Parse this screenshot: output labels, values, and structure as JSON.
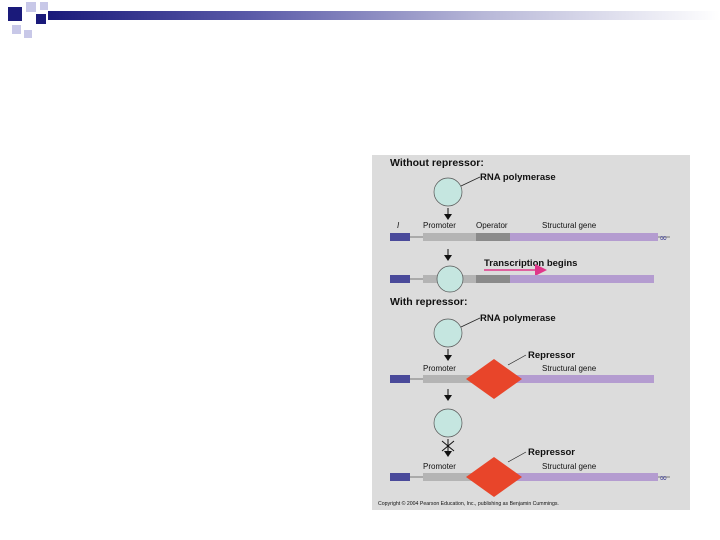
{
  "slide": {
    "decor_colors": {
      "dark_navy": "#1a1a7a",
      "light_blue": "#c8c8e8",
      "gradient_start": "#1a1a7a"
    }
  },
  "figure": {
    "sections": {
      "without_title": "Without repressor:",
      "with_title": "With repressor:"
    },
    "labels": {
      "rna_polymerase_1": "RNA polymerase",
      "rna_polymerase_2": "RNA polymerase",
      "i_gene": "I",
      "promoter_1": "Promoter",
      "operator": "Operator",
      "structural_gene_1": "Structural gene",
      "transcription_begins": "Transcription begins",
      "repressor_1": "Repressor",
      "promoter_2": "Promoter",
      "structural_gene_2": "Structural gene",
      "repressor_2": "Repressor",
      "promoter_3": "Promoter",
      "structural_gene_3": "Structural gene"
    },
    "copyright": "Copyright © 2004 Pearson Education, Inc., publishing as Benjamin Cummings.",
    "colors": {
      "background": "#dcdcdc",
      "polymerase": "#c5e6e0",
      "repressor": "#e8452a",
      "regulatory_gene": "#4a4a9a",
      "promoter": "#b4b4b4",
      "operator": "#8a8a8a",
      "structural_gene": "#b49cd0",
      "transcription_arrow": "#e0368a"
    }
  }
}
